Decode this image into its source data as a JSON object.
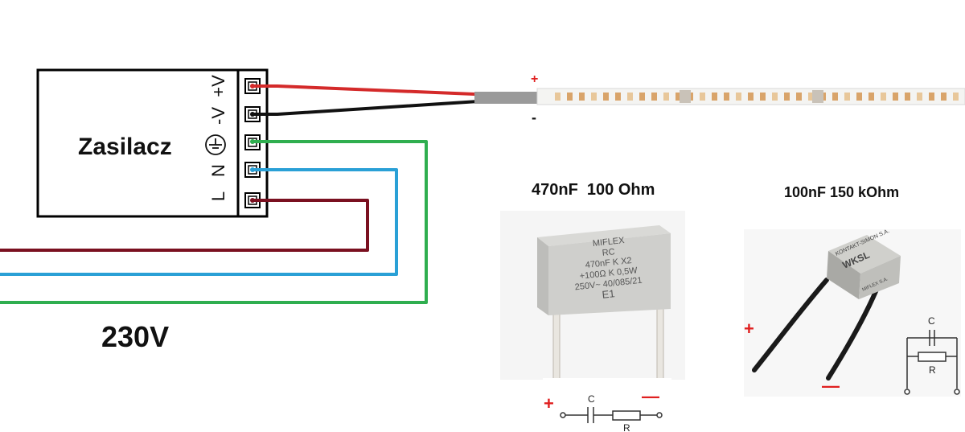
{
  "psu": {
    "title": "Zasilacz",
    "terminals": [
      "+V",
      "-V",
      "⏚",
      "N",
      "L"
    ]
  },
  "mains_label": "230V",
  "strip": {
    "plus": "+",
    "minus": "-"
  },
  "cap1": {
    "caption": "470nF  100 Ohm",
    "print_lines": [
      "MIFLEX",
      "RC",
      "470nF  K  X2",
      "+100Ω  K  0,5W",
      "250V~ 40/085/21",
      "E1"
    ],
    "sign_plus": "+",
    "sign_minus": "—",
    "c_label": "C",
    "r_label": "R"
  },
  "cap2": {
    "caption": "100nF 150 kOhm",
    "print_lines": [
      "KONTAKT-SIMON S.A.",
      "WKSL",
      "MIFLEX S.A."
    ],
    "sign_plus": "+",
    "sign_minus": "—",
    "c_label": "C",
    "r_label": "R"
  },
  "colors": {
    "wire_red": "#d42a2a",
    "wire_black": "#111111",
    "wire_green": "#2fae4f",
    "wire_blue": "#2aa0d6",
    "wire_brown": "#7a1020"
  }
}
